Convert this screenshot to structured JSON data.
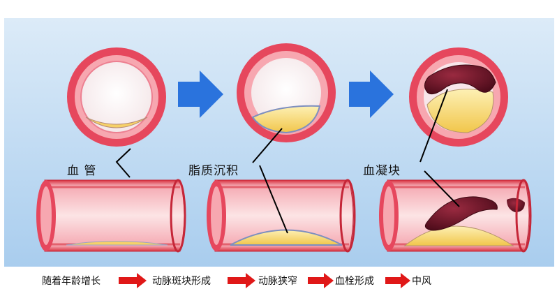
{
  "labels": {
    "vessel": "血 管",
    "plaque": "脂质沉积",
    "clot": "血凝块"
  },
  "progression": {
    "steps": [
      "随着年龄增长",
      "动脉斑块形成",
      "动脉狭窄",
      "血栓形成",
      "中风"
    ]
  },
  "colors": {
    "vessel_wall": "#e8445c",
    "vessel_inner": "#f6a2ac",
    "lumen_tint": "#fbe1e2",
    "plaque": "#f8d77a",
    "clot": "#6a1326",
    "arrow_blue": "#2a73dd",
    "arrow_red": "#e01818",
    "background": "#bcd9f1"
  },
  "icons": {
    "stage_arrow": "blue-right-arrow-icon",
    "caption_arrow": "red-right-arrow-icon"
  }
}
